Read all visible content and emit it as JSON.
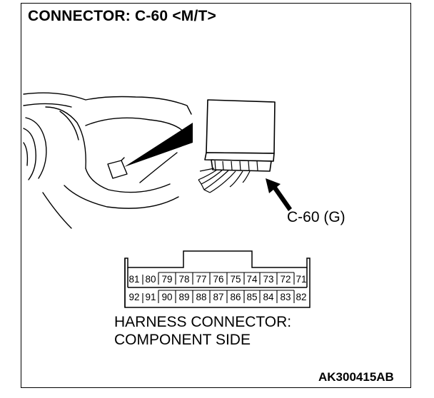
{
  "title": "CONNECTOR: C-60 <M/T>",
  "connector_callout": "C-60 (G)",
  "pin_rows": [
    [
      "81",
      "80",
      "79",
      "78",
      "77",
      "76",
      "75",
      "74",
      "73",
      "72",
      "71"
    ],
    [
      "92",
      "91",
      "90",
      "89",
      "88",
      "87",
      "86",
      "85",
      "84",
      "83",
      "82"
    ]
  ],
  "harness_caption": [
    "HARNESS CONNECTOR:",
    "COMPONENT SIDE"
  ],
  "figure_code": "AK300415AB"
}
